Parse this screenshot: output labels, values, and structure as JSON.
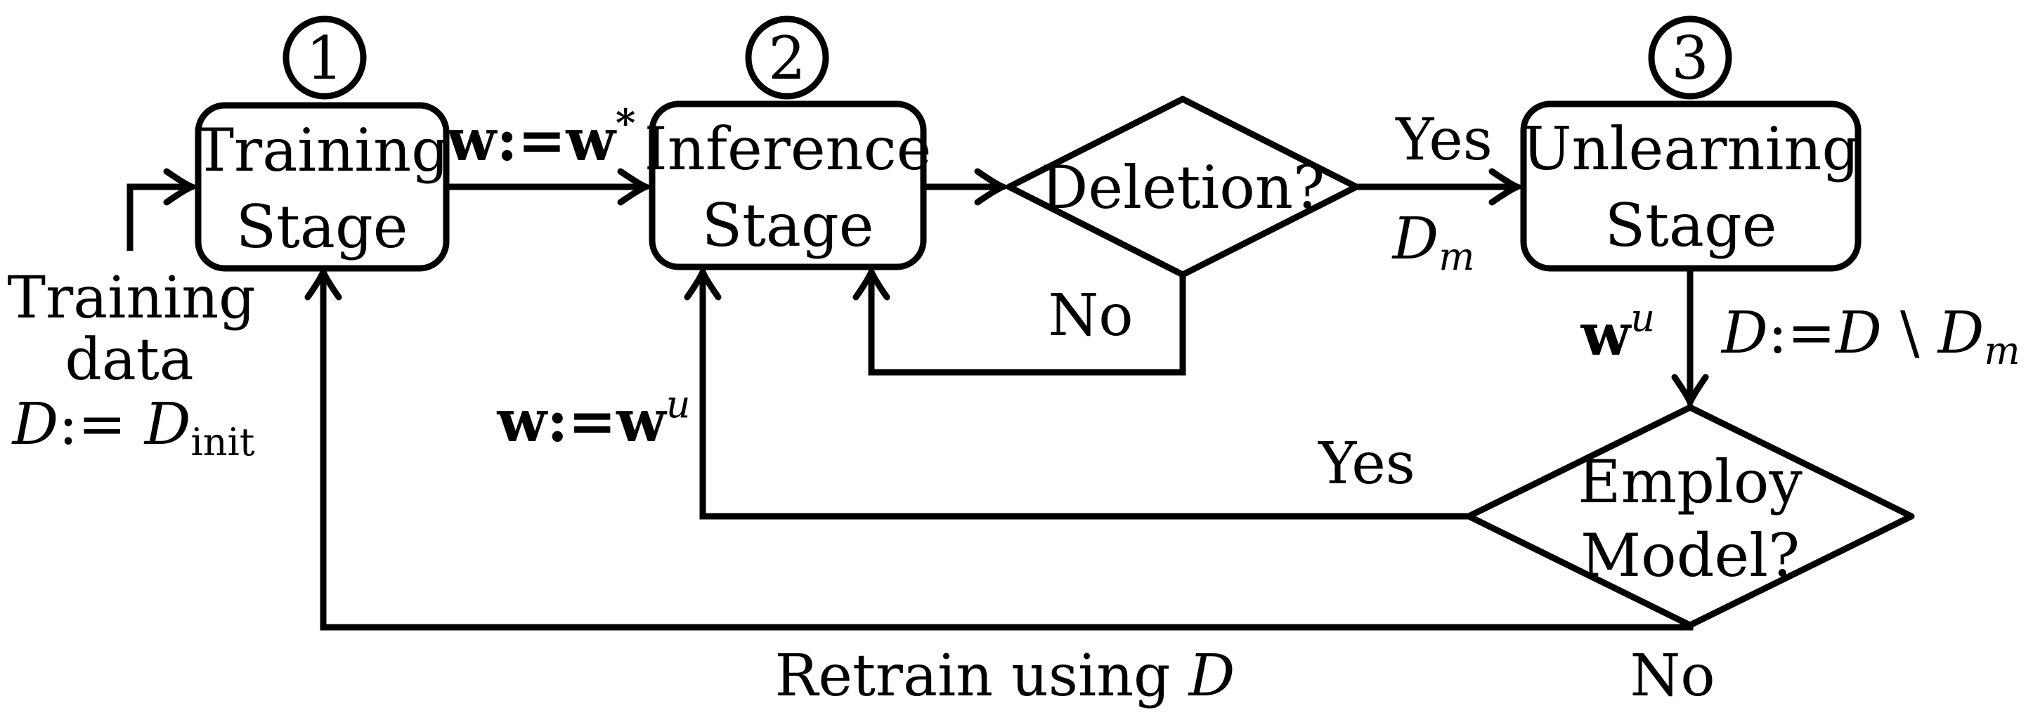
{
  "canvas": {
    "background": "#ffffff",
    "line_color": "#000000"
  },
  "stages": [
    {
      "id": "training",
      "number": "1",
      "line1": "Training",
      "line2": "Stage"
    },
    {
      "id": "inference",
      "number": "2",
      "line1": "Inference",
      "line2": "Stage"
    },
    {
      "id": "unlearning",
      "number": "3",
      "line1": "Unlearning",
      "line2": "Stage"
    }
  ],
  "decisions": [
    {
      "id": "deletion",
      "line1": "Deletion?",
      "line2": ""
    },
    {
      "id": "employ",
      "line1": "Employ",
      "line2": "Model?"
    }
  ],
  "labels": {
    "training_data": {
      "line1": "Training",
      "line2": "data",
      "eq_d1": "D",
      "eq_op": ":= ",
      "eq_d2": "D",
      "eq_sub": "init"
    },
    "w_star": {
      "b1": "w",
      "op": ":=",
      "b2": "w",
      "sup": "*"
    },
    "yes_deletion": "Yes",
    "dm": {
      "d": "D",
      "sub": "m"
    },
    "no_deletion": "No",
    "wu": {
      "b": "w",
      "sup": "u"
    },
    "d_update": {
      "d1": "D",
      "op": ":=",
      "d2": "D",
      "setminus": " \\ ",
      "d3": "D",
      "sub": "m"
    },
    "yes_employ": "Yes",
    "w_u_assign": {
      "b1": "w",
      "op": ":=",
      "b2": "w",
      "sup": "u"
    },
    "retrain": {
      "text": "Retrain using ",
      "d": "D"
    },
    "no_employ": "No"
  }
}
